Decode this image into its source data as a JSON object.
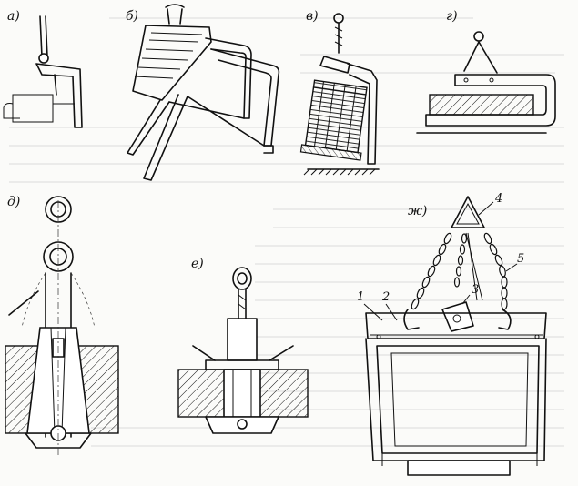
{
  "figure": {
    "panels": [
      {
        "id": "a",
        "label": "а)"
      },
      {
        "id": "b",
        "label": "б)"
      },
      {
        "id": "v",
        "label": "в)"
      },
      {
        "id": "g",
        "label": "г)"
      },
      {
        "id": "d",
        "label": "д)"
      },
      {
        "id": "e",
        "label": "е)"
      },
      {
        "id": "zh",
        "label": "ж)"
      }
    ],
    "callouts": [
      "1",
      "2",
      "3",
      "4",
      "5"
    ]
  }
}
